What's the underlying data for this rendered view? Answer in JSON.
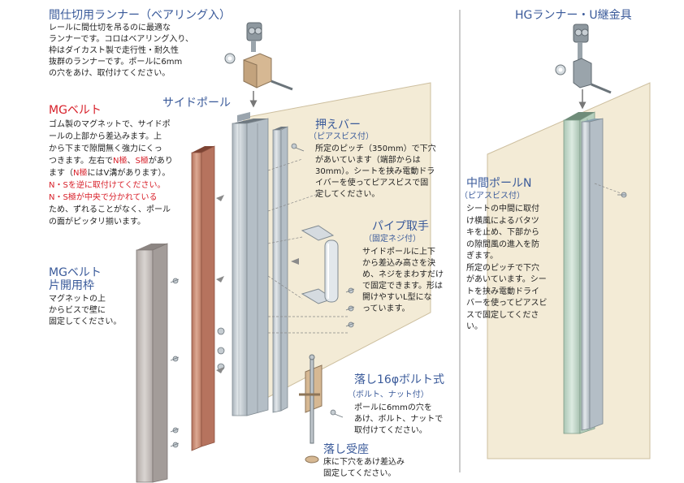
{
  "runner": {
    "title": "間仕切用ランナー（ベアリング入）",
    "desc": "レールに間仕切を吊るのに最適な\nランナーです。コロはベアリング入り、\n枠はダイカスト製で走行性・耐久性\n抜群のランナーです。ポールに6mm\nの穴をあけ、取付けてください。"
  },
  "hg_runner": {
    "title": "HGランナー・U継金具"
  },
  "side_pole": {
    "title": "サイドポール"
  },
  "mg_belt": {
    "title": "MGベルト",
    "l1": "ゴム製のマグネットで、サイドポ",
    "l2": "ールの上部から差込みます。上",
    "l3": "から下まで隙間無く強力にくっ",
    "l4": "つきます。左右で",
    "n_pole": "N極",
    "comma": "、",
    "s_pole": "S極",
    "l4_end": "があり",
    "l5_a": "ます（",
    "l5_b": "にはV溝があります）。",
    "l6": "N・Sを逆に取付けてください。",
    "l7": "N・S極が中央で分かれている",
    "l8": "ため、ずれることがなく、ポール",
    "l9": "の面がピッタリ揃います。"
  },
  "mg_frame": {
    "title_1": "MGベルト",
    "title_2": "片開用枠",
    "desc": "マグネットの上\nからビスで壁に\n固定してください。"
  },
  "press_bar": {
    "title": "押えバー",
    "sub": "（ピアスビス付）",
    "desc": "所定のピッチ（350mm）で下穴\nがあいています（端部からは\n30mm）。シートを挟み電動ドラ\nイバーを使ってピアスビスで固\n定してください。"
  },
  "pipe_handle": {
    "title": "パイプ取手",
    "sub": "（固定ネジ付）",
    "desc": "サイドポールに上下\nから差込み高さを決\nめ、ネジをまわすだけ\nで固定できます。形は\n開けやすいL型にな\nっています。"
  },
  "bolt": {
    "title": "落し16φボルト式",
    "sub": "（ボルト、ナット付）",
    "desc": "ポールに6mmの穴を\nあけ、ボルト、ナットで\n取付けてください。"
  },
  "floor_socket": {
    "title": "落し受座",
    "desc": "床に下穴をあけ差込み\n固定してください。"
  },
  "mid_pole": {
    "title": "中間ポールN",
    "sub": "（ピアスビス付）",
    "desc": "シートの中間に取付\nけ横風によるバタツ\nキを止め、下部から\nの隙間風の進入を防\nぎます。\n所定のピッチで下穴\nがあいています。シー\nトを挟み電動ドライ\nバーを使ってピアスビ\nスで固定してくださ\nい。"
  },
  "colors": {
    "heading": "#3a5a9a",
    "highlight": "#d8202a",
    "sheet": "#f3ebd6",
    "pole": "#c3ccd3",
    "belt": "#c98f78",
    "frame": "#c5bfbc",
    "mid_pole": "#c6dccd"
  }
}
